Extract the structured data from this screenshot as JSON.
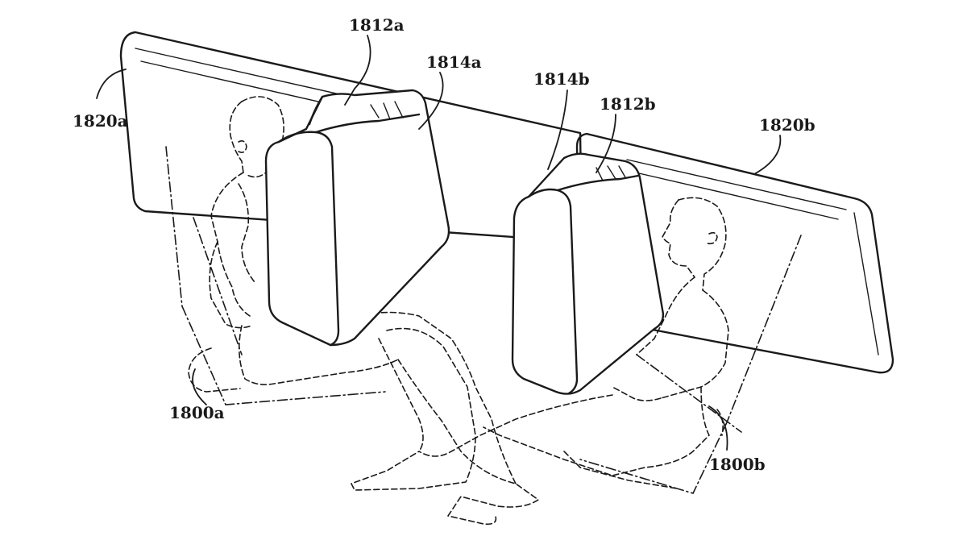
{
  "labels": {
    "l1812a": "1812a",
    "l1814a": "1814a",
    "l1820a": "1820a",
    "l1814b": "1814b",
    "l1812b": "1812b",
    "l1820b": "1820b",
    "l1800a": "1800a",
    "l1800b": "1800b"
  }
}
